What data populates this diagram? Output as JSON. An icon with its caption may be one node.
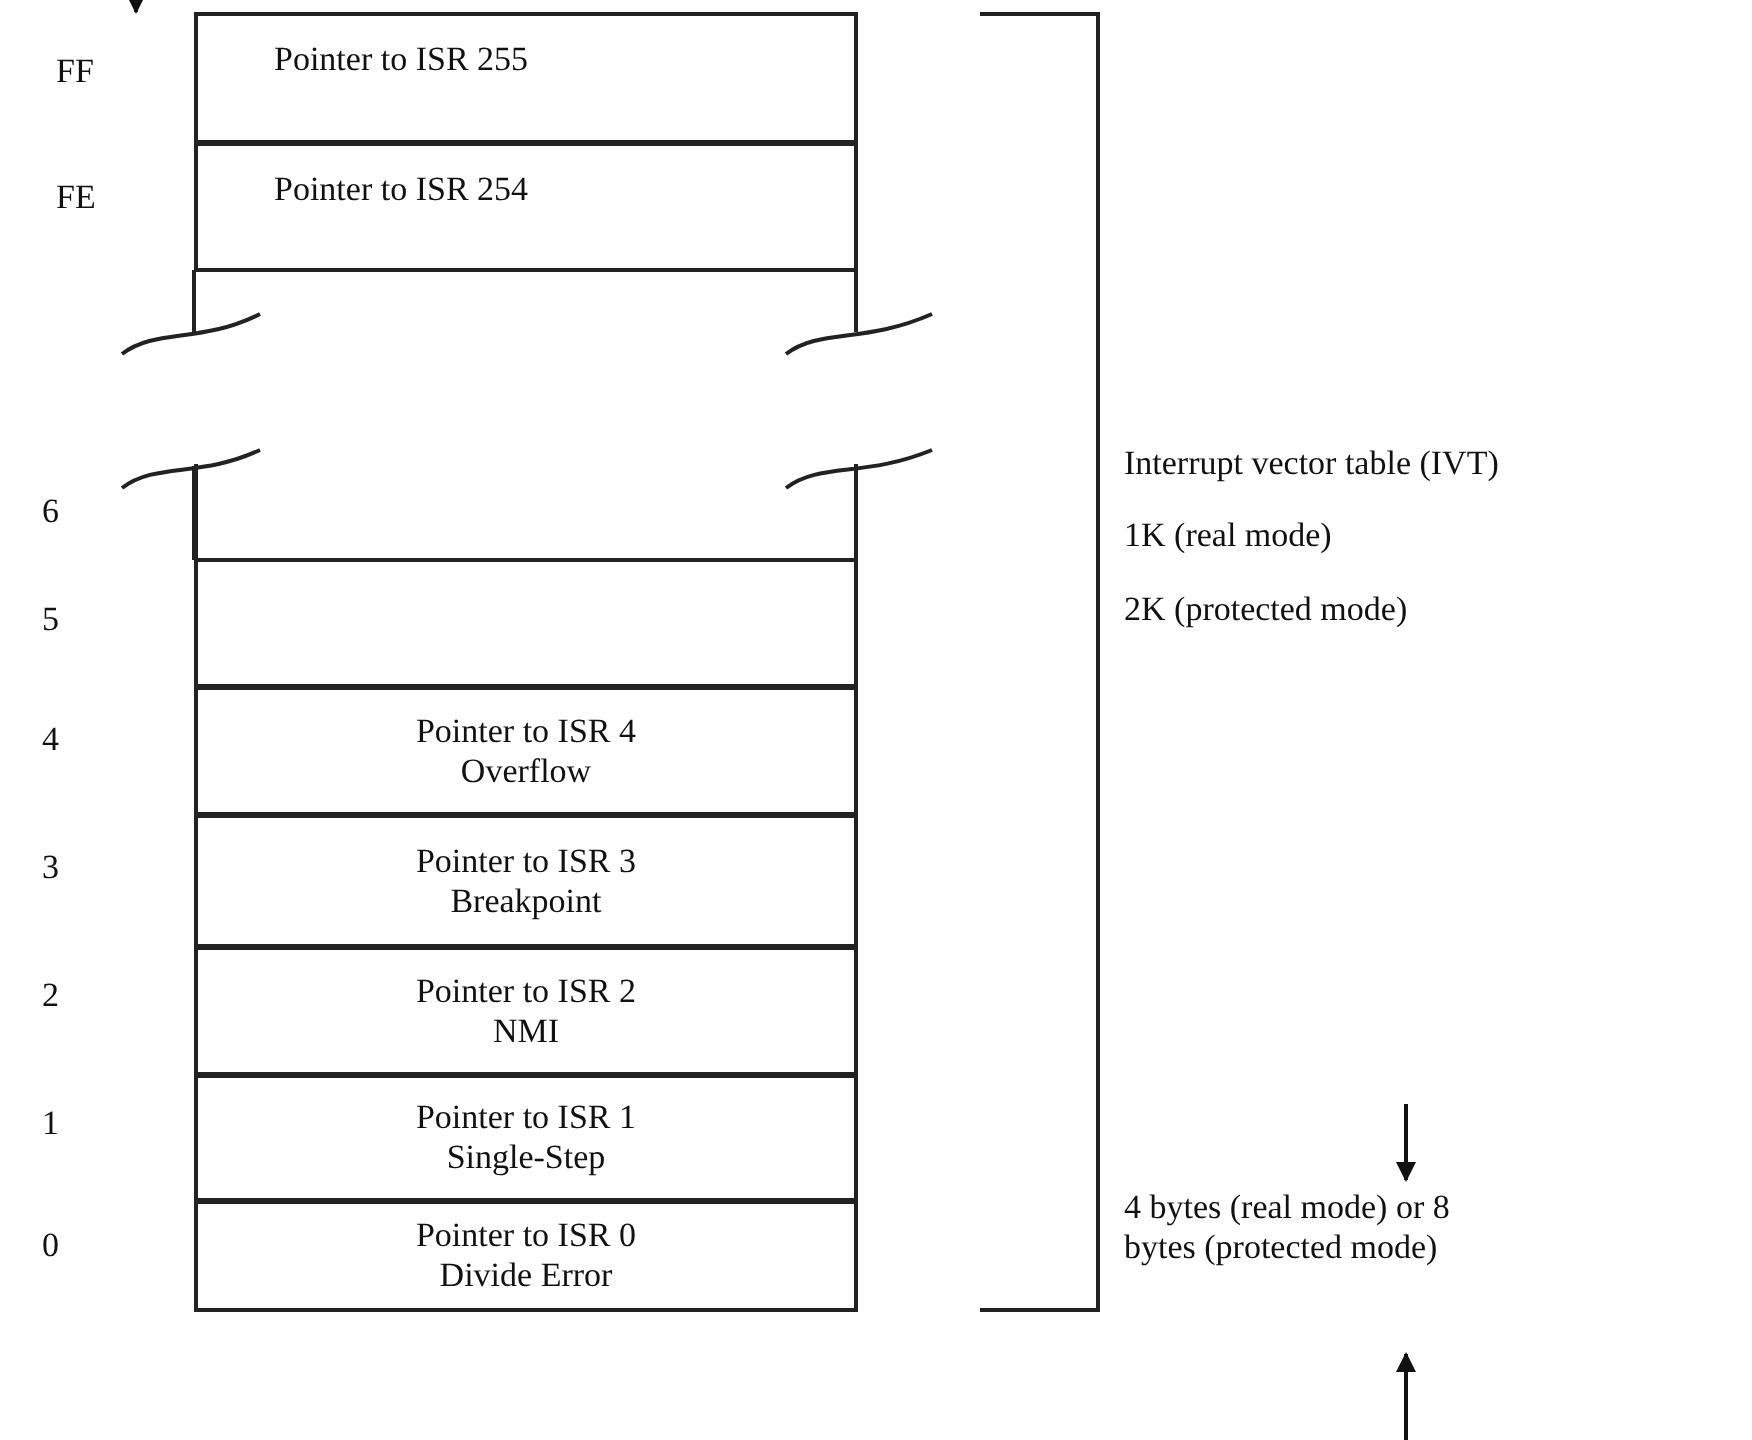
{
  "diagram": {
    "nodes": [
      {
        "text": [
          "Pointer to ISR 255"
        ]
      },
      {
        "text": [
          "Pointer to ISR 254"
        ]
      },
      {
        "text": [],
        "shape": "box"
      },
      {
        "text": [],
        "shape": "box"
      },
      {
        "text": [
          "Pointer to ISR 4 Overflow"
        ]
      },
      {
        "text": [
          "Pointer to ISR 3 Breakpoint"
        ]
      },
      {
        "text": [
          "Pointer to ISR 2 NMI"
        ]
      },
      {
        "text": [
          "Pointer to ISR 1 Single-Step"
        ]
      },
      {
        "text": [
          "Pointer to ISR 0 Divide Error"
        ]
      }
    ],
    "labels": [
      "FF",
      "FE",
      "6",
      "5",
      "4",
      "3",
      "2",
      "1",
      "0",
      "Interrupt vector table (IVT)",
      "1K (real mode)",
      "2K (protected mode)",
      "4 bytes (real mode) or 8 bytes (protected mode)"
    ]
  }
}
